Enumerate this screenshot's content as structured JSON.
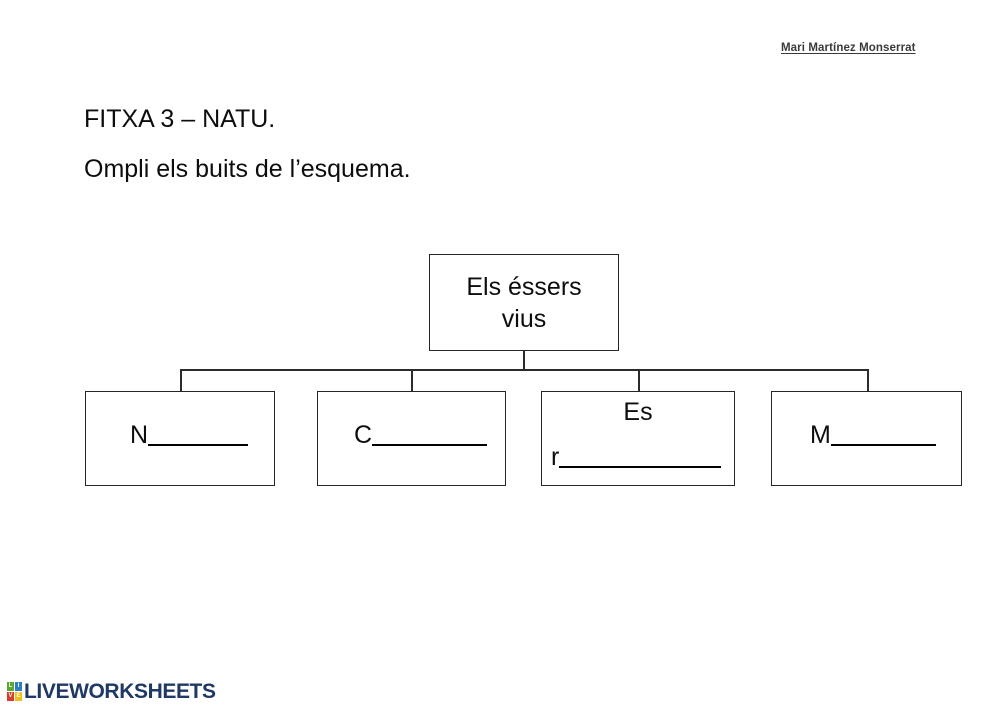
{
  "document": {
    "author_credit": "Mari Martínez Monserrat",
    "heading": "FITXA 3 – NATU.",
    "instruction": "Ompli els buits de l’esquema."
  },
  "diagram": {
    "type": "tree",
    "root": {
      "label": "Els éssers\nvius"
    },
    "children": [
      {
        "id": "leaf-1",
        "top_text": "",
        "blank_letter": "N",
        "blank_rule": "______"
      },
      {
        "id": "leaf-2",
        "top_text": "",
        "blank_letter": "C",
        "blank_rule": "_______"
      },
      {
        "id": "leaf-3",
        "top_text": "Es",
        "blank_letter": "r",
        "blank_rule": "__________"
      },
      {
        "id": "leaf-4",
        "top_text": "",
        "blank_letter": "M",
        "blank_rule": "______"
      }
    ]
  },
  "footer": {
    "logo_word": "LIVEWORKSHEETS",
    "logo_tiles": [
      "L",
      "I",
      "V",
      "E"
    ],
    "logo_colors": {
      "tile_1": "#5aa832",
      "tile_2": "#2e7fc1",
      "tile_3": "#d93c2b",
      "tile_4": "#f2c014",
      "wordmark": "#1f3864"
    }
  }
}
